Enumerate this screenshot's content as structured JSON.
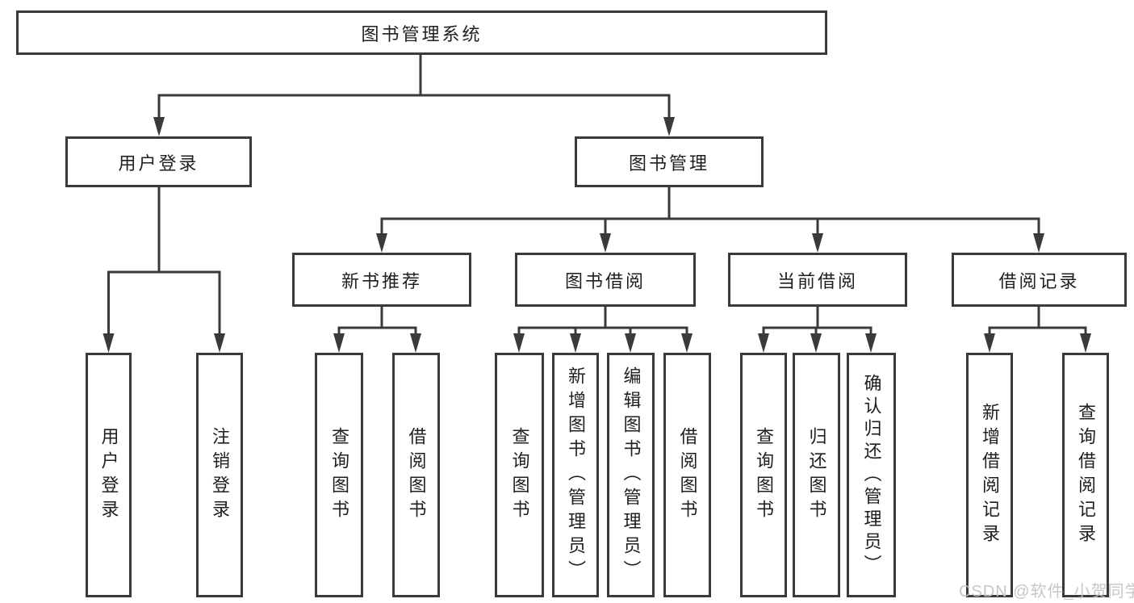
{
  "colors": {
    "line": "#3a3a3a",
    "text": "#1f1f1f",
    "watermark": "#c3c3c3",
    "background": "#ffffff"
  },
  "watermark": {
    "text": "CSDN @软件_小贺同学"
  },
  "tree": {
    "label": "图书管理系统",
    "children": [
      {
        "label": "用户登录",
        "children": [
          {
            "label": "用户登录"
          },
          {
            "label": "注销登录"
          }
        ]
      },
      {
        "label": "图书管理",
        "children": [
          {
            "label": "新书推荐",
            "children": [
              {
                "label": "查询图书"
              },
              {
                "label": "借阅图书"
              }
            ]
          },
          {
            "label": "图书借阅",
            "children": [
              {
                "label": "查询图书"
              },
              {
                "label": "新增图书（管理员）"
              },
              {
                "label": "编辑图书（管理员）"
              },
              {
                "label": "借阅图书"
              }
            ]
          },
          {
            "label": "当前借阅",
            "children": [
              {
                "label": "查询图书"
              },
              {
                "label": "归还图书"
              },
              {
                "label": "确认归还（管理员）"
              }
            ]
          },
          {
            "label": "借阅记录",
            "children": [
              {
                "label": "新增借阅记录"
              },
              {
                "label": "查询借阅记录"
              }
            ]
          }
        ]
      }
    ]
  }
}
